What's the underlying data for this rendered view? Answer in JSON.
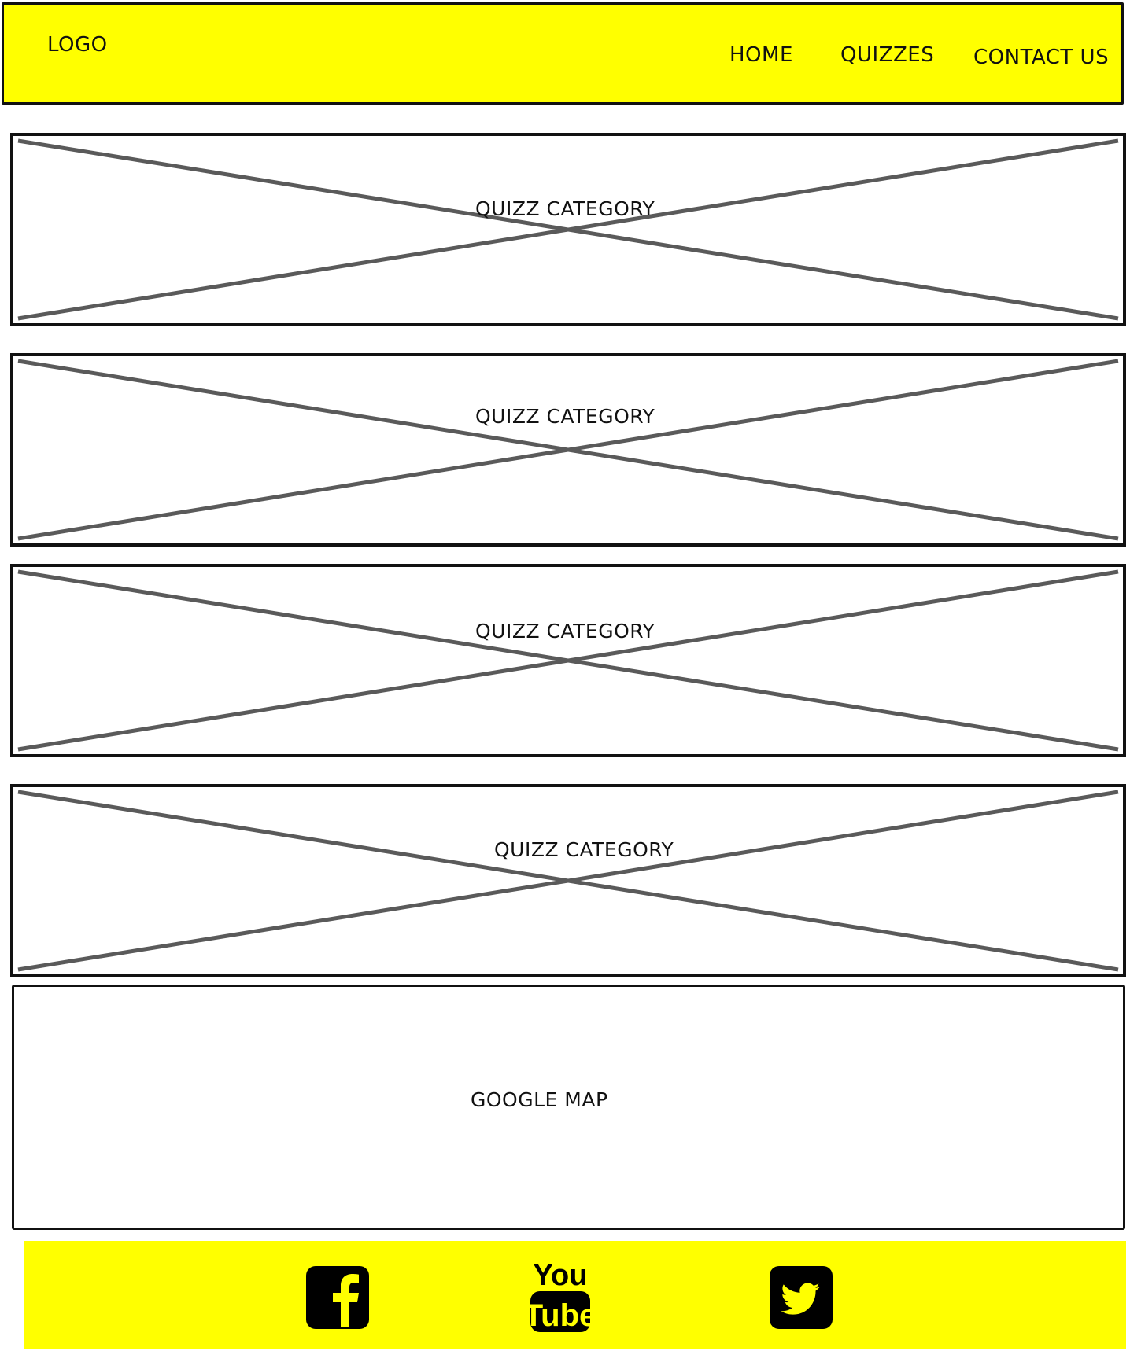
{
  "header": {
    "logo": "LOGO",
    "nav": {
      "home": "HOME",
      "quizzes": "QUIZZES",
      "contact": "CONTACT US"
    }
  },
  "categories": [
    {
      "label": "QUIZZ CATEGORY"
    },
    {
      "label": "QUIZZ CATEGORY"
    },
    {
      "label": "QUIZZ CATEGORY"
    },
    {
      "label": "QUIZZ CATEGORY"
    }
  ],
  "map": {
    "label": "GOOGLE MAP"
  },
  "footer": {
    "social": [
      {
        "icon": "facebook-icon"
      },
      {
        "icon": "youtube-icon",
        "text_top": "You",
        "text_bottom": "Tube"
      },
      {
        "icon": "twitter-icon"
      }
    ]
  },
  "colors": {
    "accent": "#ffff00",
    "border": "#111111",
    "placeholder_lines": "#5a5a5a"
  }
}
